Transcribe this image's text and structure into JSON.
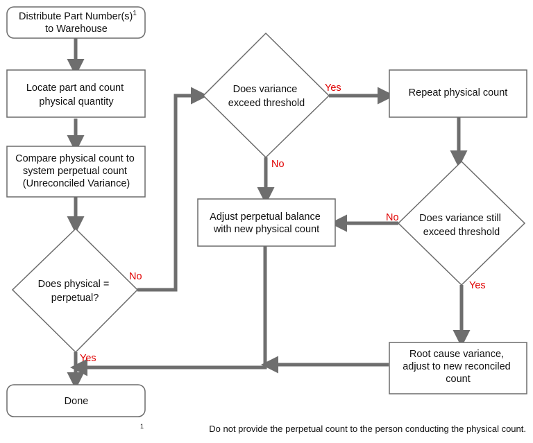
{
  "nodes": {
    "distribute": {
      "line1": "Distribute Part Number(s)",
      "sup": "1",
      "line2": "to Warehouse"
    },
    "locate": {
      "line1": "Locate part and count",
      "line2": "physical quantity"
    },
    "compare": {
      "line1": "Compare physical count to",
      "line2": "system perpetual count",
      "line3": "(Unreconciled Variance)"
    },
    "physical_eq": {
      "line1": "Does physical =",
      "line2": "perpetual?"
    },
    "done": {
      "label": "Done"
    },
    "variance_threshold": {
      "line1": "Does variance",
      "line2": "exceed threshold"
    },
    "adjust_perpetual": {
      "line1": "Adjust perpetual balance",
      "line2": "with new physical count"
    },
    "repeat_count": {
      "label": "Repeat physical count"
    },
    "variance_still": {
      "line1": "Does variance still",
      "line2": "exceed threshold"
    },
    "root_cause": {
      "line1": "Root cause variance,",
      "line2": "adjust to new reconciled",
      "line3": "count"
    }
  },
  "edge_labels": {
    "physical_no": "No",
    "physical_yes": "Yes",
    "threshold_yes": "Yes",
    "threshold_no": "No",
    "still_no": "No",
    "still_yes": "Yes"
  },
  "footnote": {
    "marker": "1",
    "text": "Do not provide the perpetual count to the person conducting the physical count."
  },
  "colors": {
    "arrow": "#6e6e6e",
    "border": "#6b6b6b",
    "label": "#e00000"
  }
}
